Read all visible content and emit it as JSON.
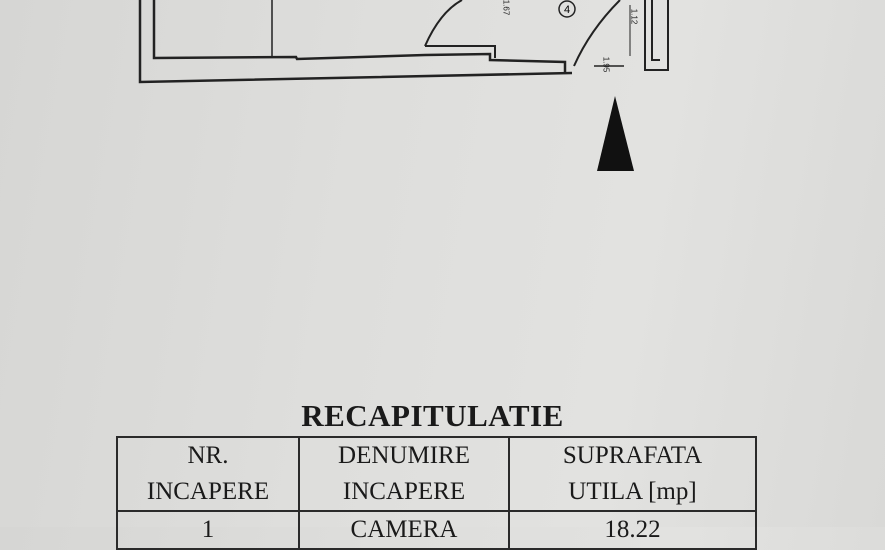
{
  "plan": {
    "room_number": "4",
    "dimension_labels": [
      "1.67",
      "1.12",
      "1.95"
    ]
  },
  "recap": {
    "title": "RECAPITULATIE",
    "headers": [
      [
        "NR.",
        "INCAPERE"
      ],
      [
        "DENUMIRE",
        "INCAPERE"
      ],
      [
        "SUPRAFATA",
        "UTILA [mp]"
      ]
    ],
    "rows": [
      {
        "nr": "1",
        "name": "CAMERA",
        "area": "18.22"
      }
    ]
  }
}
